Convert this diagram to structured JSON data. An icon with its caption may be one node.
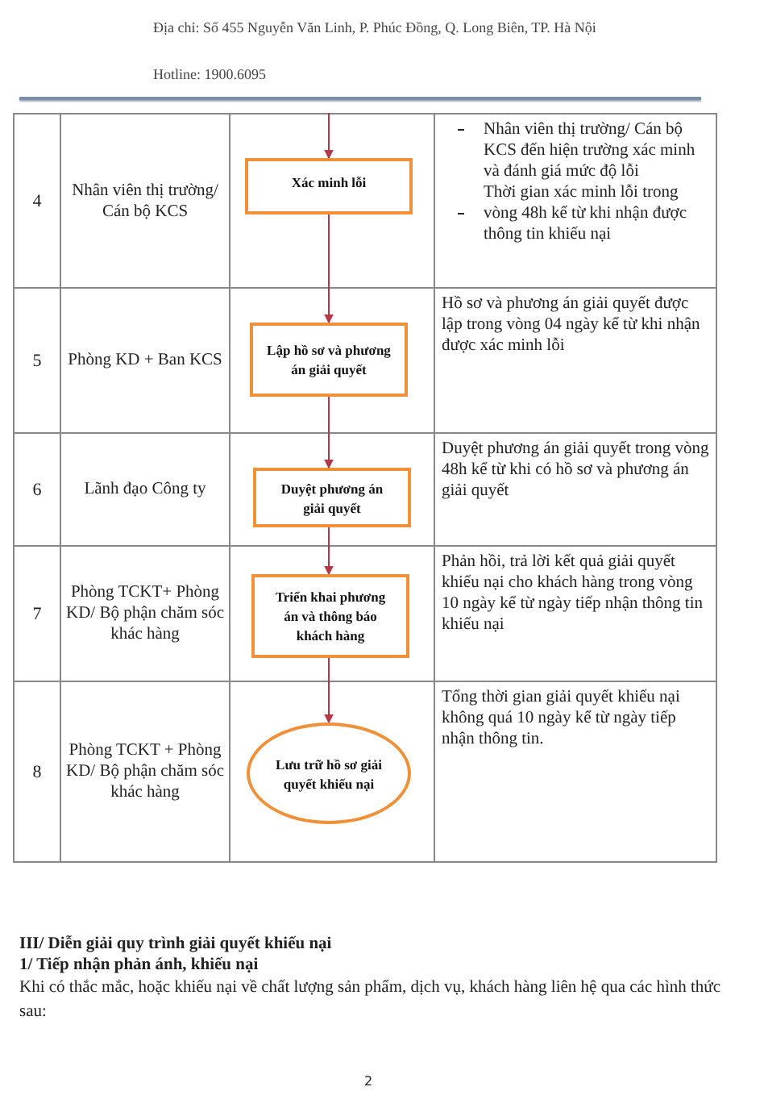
{
  "diagram": {
    "nodes": [
      {
        "text": [
          "Xác minh lỗi"
        ]
      },
      {
        "text": [
          "Lập hồ sơ và phương án giải quyết"
        ]
      },
      {
        "text": [
          "Duyệt phương án giải quyết"
        ]
      },
      {
        "text": [
          "Triển khai phương án và thông báo khách hàng"
        ]
      },
      {
        "text": [
          "Lưu trữ hồ sơ giải quyết khiếu nại"
        ]
      }
    ],
    "edges": [
      {
        "from": null,
        "to": 0,
        "arrow": "to"
      },
      {
        "from": 0,
        "to": 1,
        "arrow": "to"
      },
      {
        "from": 1,
        "to": 2,
        "arrow": "to"
      },
      {
        "from": 2,
        "to": 3,
        "arrow": "to"
      },
      {
        "from": 3,
        "to": 4,
        "arrow": "to"
      }
    ],
    "labels": [
      "Địa chỉ: Số 455 Nguyễn Văn Linh, P. Phúc Đồng, Q. Long Biên, TP. Hà Nội",
      "Hotline: 1900.6095",
      "4",
      "Nhân viên thị trường/ Cán bộ KCS",
      "Nhân viên thị trường/ Cán bộ KCS đến hiện trường xác minh và đánh giá mức độ lỗi",
      "Thời gian xác minh lỗi trong vòng 48h kể từ khi nhận được thông tin khiếu nại",
      "5",
      "Phòng KD + Ban KCS",
      "Hồ sơ và phương án giải quyết được lập trong vòng 04 ngày kể từ khi nhận được xác minh lỗi",
      "6",
      "Lãnh đạo Công ty",
      "Duyệt phương án giải quyết trong vòng 48h kể từ khi có hồ sơ và phương án giải quyết",
      "7",
      "Phòng TCKT+ Phòng KD/ Bộ phận chăm sóc khác hàng",
      "Phản hồi, trả lời kết quả giải quyết khiếu nại cho khách hàng trong vòng 10 ngày kể từ ngày tiếp nhận thông tin khiếu nại",
      "8",
      "Phòng TCKT + Phòng KD/ Bộ phận chăm sóc khác hàng",
      "Tổng thời gian giải quyết khiếu nại không quá 10 ngày kể từ ngày tiếp nhận thông tin.",
      "III/ Diễn giải quy trình giải quyết khiếu nại",
      "1/ Tiếp nhận phản ánh, khiếu nại",
      "Khi có thắc mắc, hoặc khiếu nại về chất lượng sản phẩm, dịch vụ, khách hàng liên hệ qua các hình thức sau:",
      "2"
    ]
  }
}
